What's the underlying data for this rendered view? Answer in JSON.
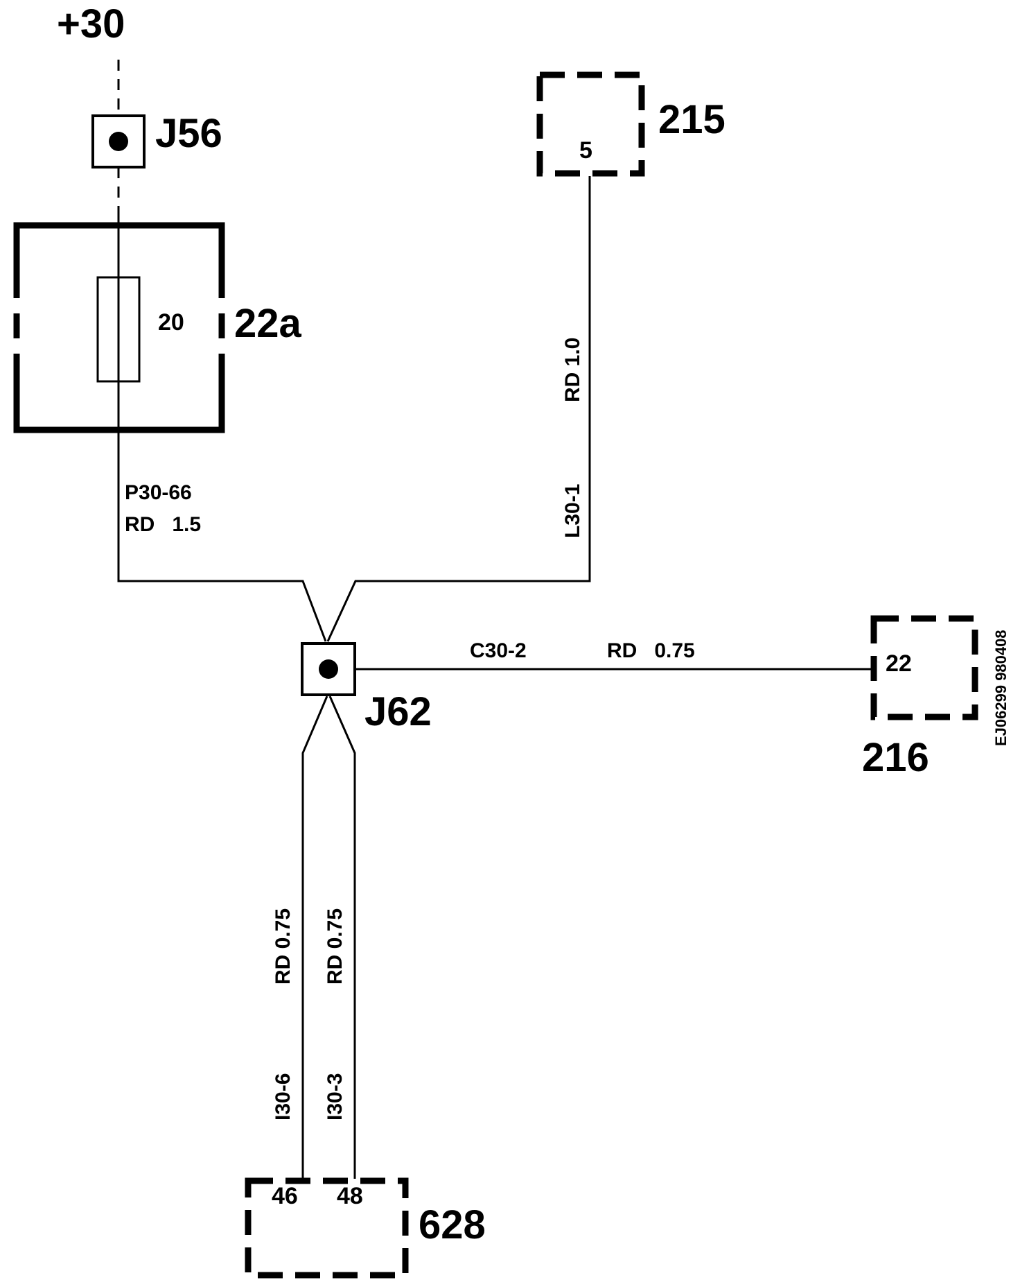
{
  "supply": {
    "label": "+30"
  },
  "components": {
    "j56": {
      "label": "J56"
    },
    "fuse_box": {
      "label": "22a",
      "fuse_rating": "20"
    },
    "c215": {
      "label": "215",
      "pin": "5"
    },
    "j62": {
      "label": "J62"
    },
    "c216": {
      "label": "216",
      "pin": "22"
    },
    "c628": {
      "label": "628",
      "pins": [
        "46",
        "48"
      ]
    }
  },
  "wires": {
    "p30_66": {
      "id": "P30-66",
      "spec": "RD   1.5"
    },
    "l30_1": {
      "id": "L30-1",
      "spec": "RD 1.0"
    },
    "c30_2": {
      "id": "C30-2",
      "spec": "RD   0.75"
    },
    "i30_6": {
      "id": "I30-6",
      "spec": "RD 0.75"
    },
    "i30_3": {
      "id": "I30-3",
      "spec": "RD 0.75"
    }
  },
  "drawing_id": "EJ06299 980408"
}
